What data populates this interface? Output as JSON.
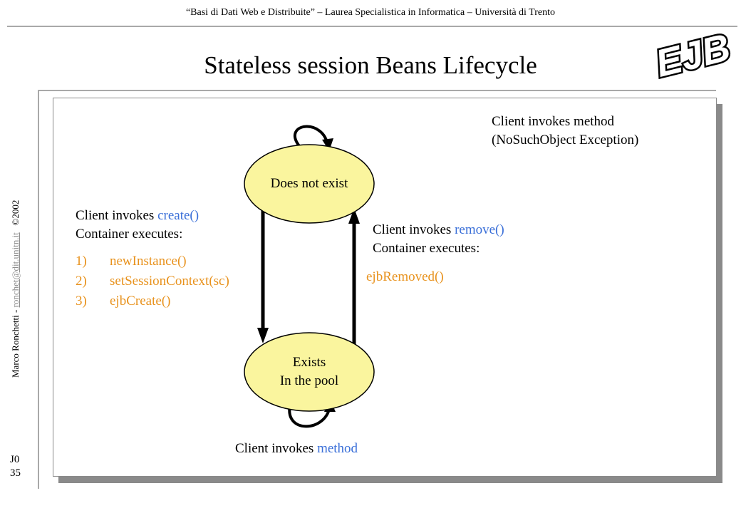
{
  "header": {
    "text": "“Basi di Dati Web e Distribuite” – Laurea Specialistica in Informatica – Università di Trento"
  },
  "title": "Stateless session Beans Lifecycle",
  "logo": {
    "text": "EJB"
  },
  "side": {
    "author": "Marco Ronchetti  -",
    "email": "ronchet@dit.unitn.it",
    "year": "2002",
    "copyright": "©"
  },
  "page": {
    "section": "J0",
    "number": "35"
  },
  "colors": {
    "state_fill": "#faf59e",
    "accent_blue": "#3a6fd8",
    "accent_orange": "#e8921d"
  },
  "states": {
    "does_not_exist": "Does not exist",
    "exists_line1": "Exists",
    "exists_line2": "In the pool"
  },
  "labels": {
    "top_right_line1": "Client invokes method",
    "top_right_line2": "(NoSuchObject Exception)",
    "create_prefix": "Client invokes ",
    "create_method": "create()",
    "create_container": "Container executes:",
    "create_steps": [
      {
        "num": "1)",
        "text": "newInstance()"
      },
      {
        "num": "2)",
        "text": "setSessionContext(sc)"
      },
      {
        "num": "3)",
        "text": "ejbCreate()"
      }
    ],
    "remove_prefix": "Client invokes ",
    "remove_method": "remove()",
    "remove_container": "Container executes:",
    "remove_step": "ejbRemoved()",
    "bottom_prefix": "Client invokes ",
    "bottom_method": "method"
  }
}
